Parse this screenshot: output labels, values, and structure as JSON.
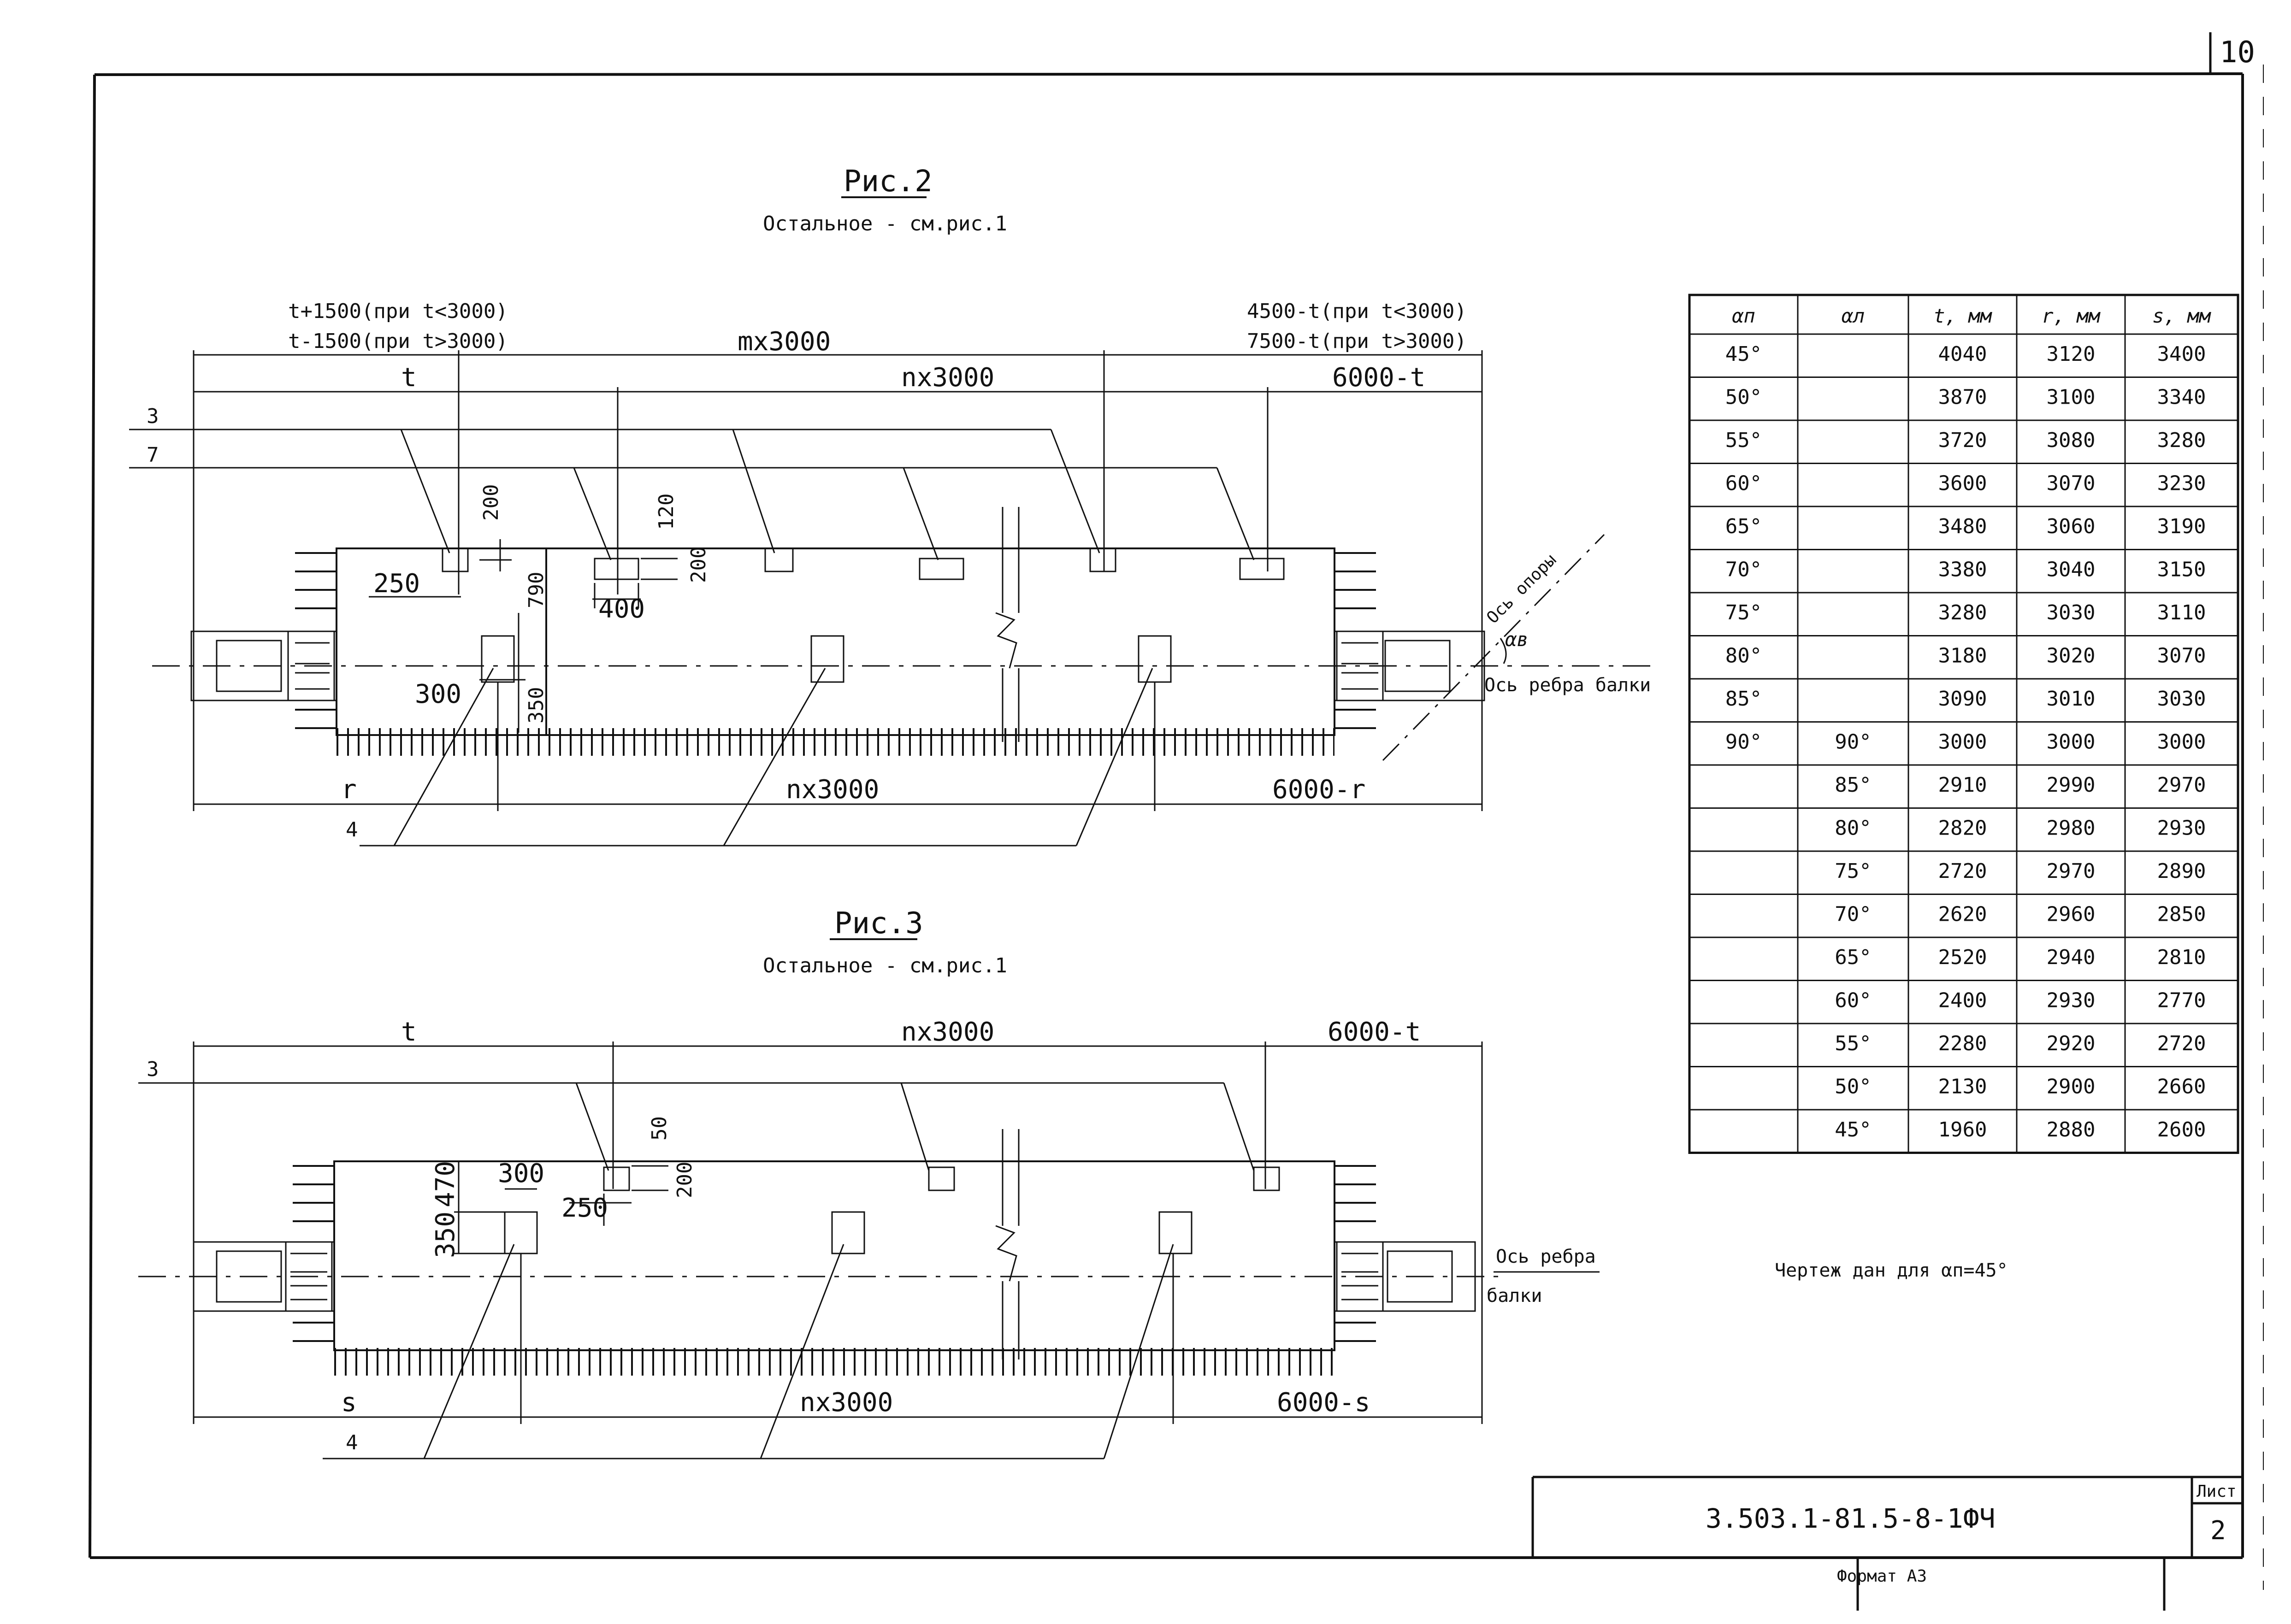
{
  "page_number": "10",
  "sheet": {
    "code": "3.503.1-81.5-8-1ФЧ",
    "list_label": "Лист",
    "list_number": "2",
    "format_label": "Формат А3"
  },
  "fig2": {
    "title": "Рис.2",
    "subtitle": "Остальное - см.рис.1",
    "top_left_1": "t+1500(при t<3000)",
    "top_left_2": "t-1500(при t>3000)",
    "top_right_1": "4500-t(при t<3000)",
    "top_right_2": "7500-t(при t>3000)",
    "dim_mx3000": "mx3000",
    "dim_t": "t",
    "dim_nx3000_top": "nx3000",
    "dim_6000t": "6000-t",
    "leader_3": "3",
    "leader_7": "7",
    "leader_4": "4",
    "d200a": "200",
    "d120": "120",
    "d200b": "200",
    "d250": "250",
    "d400": "400",
    "d790": "790",
    "d300": "300",
    "d350": "350",
    "dim_r": "r",
    "dim_nx3000_bottom": "nx3000",
    "dim_6000r": "6000-r",
    "axis_support": "Ось опоры",
    "angle": "αв",
    "axis_rib": "Ось ребра балки"
  },
  "fig3": {
    "title": "Рис.3",
    "subtitle": "Остальное - см.рис.1",
    "dim_t": "t",
    "dim_nx3000_top": "nx3000",
    "dim_6000t": "6000-t",
    "leader_3": "3",
    "leader_4": "4",
    "d300": "300",
    "d50": "50",
    "d200": "200",
    "d250": "250",
    "d350": "350",
    "d470": "470",
    "dim_s": "s",
    "dim_nx3000_bottom": "nx3000",
    "dim_6000s": "6000-s",
    "axis_rib_1": "Ось ребра",
    "axis_rib_2": "балки"
  },
  "note": "Чертеж дан для αп=45°",
  "table": {
    "headers": [
      "αп",
      "αл",
      "t, мм",
      "r, мм",
      "s, мм"
    ],
    "rows": [
      [
        "45°",
        "",
        "4040",
        "3120",
        "3400"
      ],
      [
        "50°",
        "",
        "3870",
        "3100",
        "3340"
      ],
      [
        "55°",
        "",
        "3720",
        "3080",
        "3280"
      ],
      [
        "60°",
        "",
        "3600",
        "3070",
        "3230"
      ],
      [
        "65°",
        "",
        "3480",
        "3060",
        "3190"
      ],
      [
        "70°",
        "",
        "3380",
        "3040",
        "3150"
      ],
      [
        "75°",
        "",
        "3280",
        "3030",
        "3110"
      ],
      [
        "80°",
        "",
        "3180",
        "3020",
        "3070"
      ],
      [
        "85°",
        "",
        "3090",
        "3010",
        "3030"
      ],
      [
        "90°",
        "90°",
        "3000",
        "3000",
        "3000"
      ],
      [
        "",
        "85°",
        "2910",
        "2990",
        "2970"
      ],
      [
        "",
        "80°",
        "2820",
        "2980",
        "2930"
      ],
      [
        "",
        "75°",
        "2720",
        "2970",
        "2890"
      ],
      [
        "",
        "70°",
        "2620",
        "2960",
        "2850"
      ],
      [
        "",
        "65°",
        "2520",
        "2940",
        "2810"
      ],
      [
        "",
        "60°",
        "2400",
        "2930",
        "2770"
      ],
      [
        "",
        "55°",
        "2280",
        "2920",
        "2720"
      ],
      [
        "",
        "50°",
        "2130",
        "2900",
        "2660"
      ],
      [
        "",
        "45°",
        "1960",
        "2880",
        "2600"
      ]
    ]
  }
}
